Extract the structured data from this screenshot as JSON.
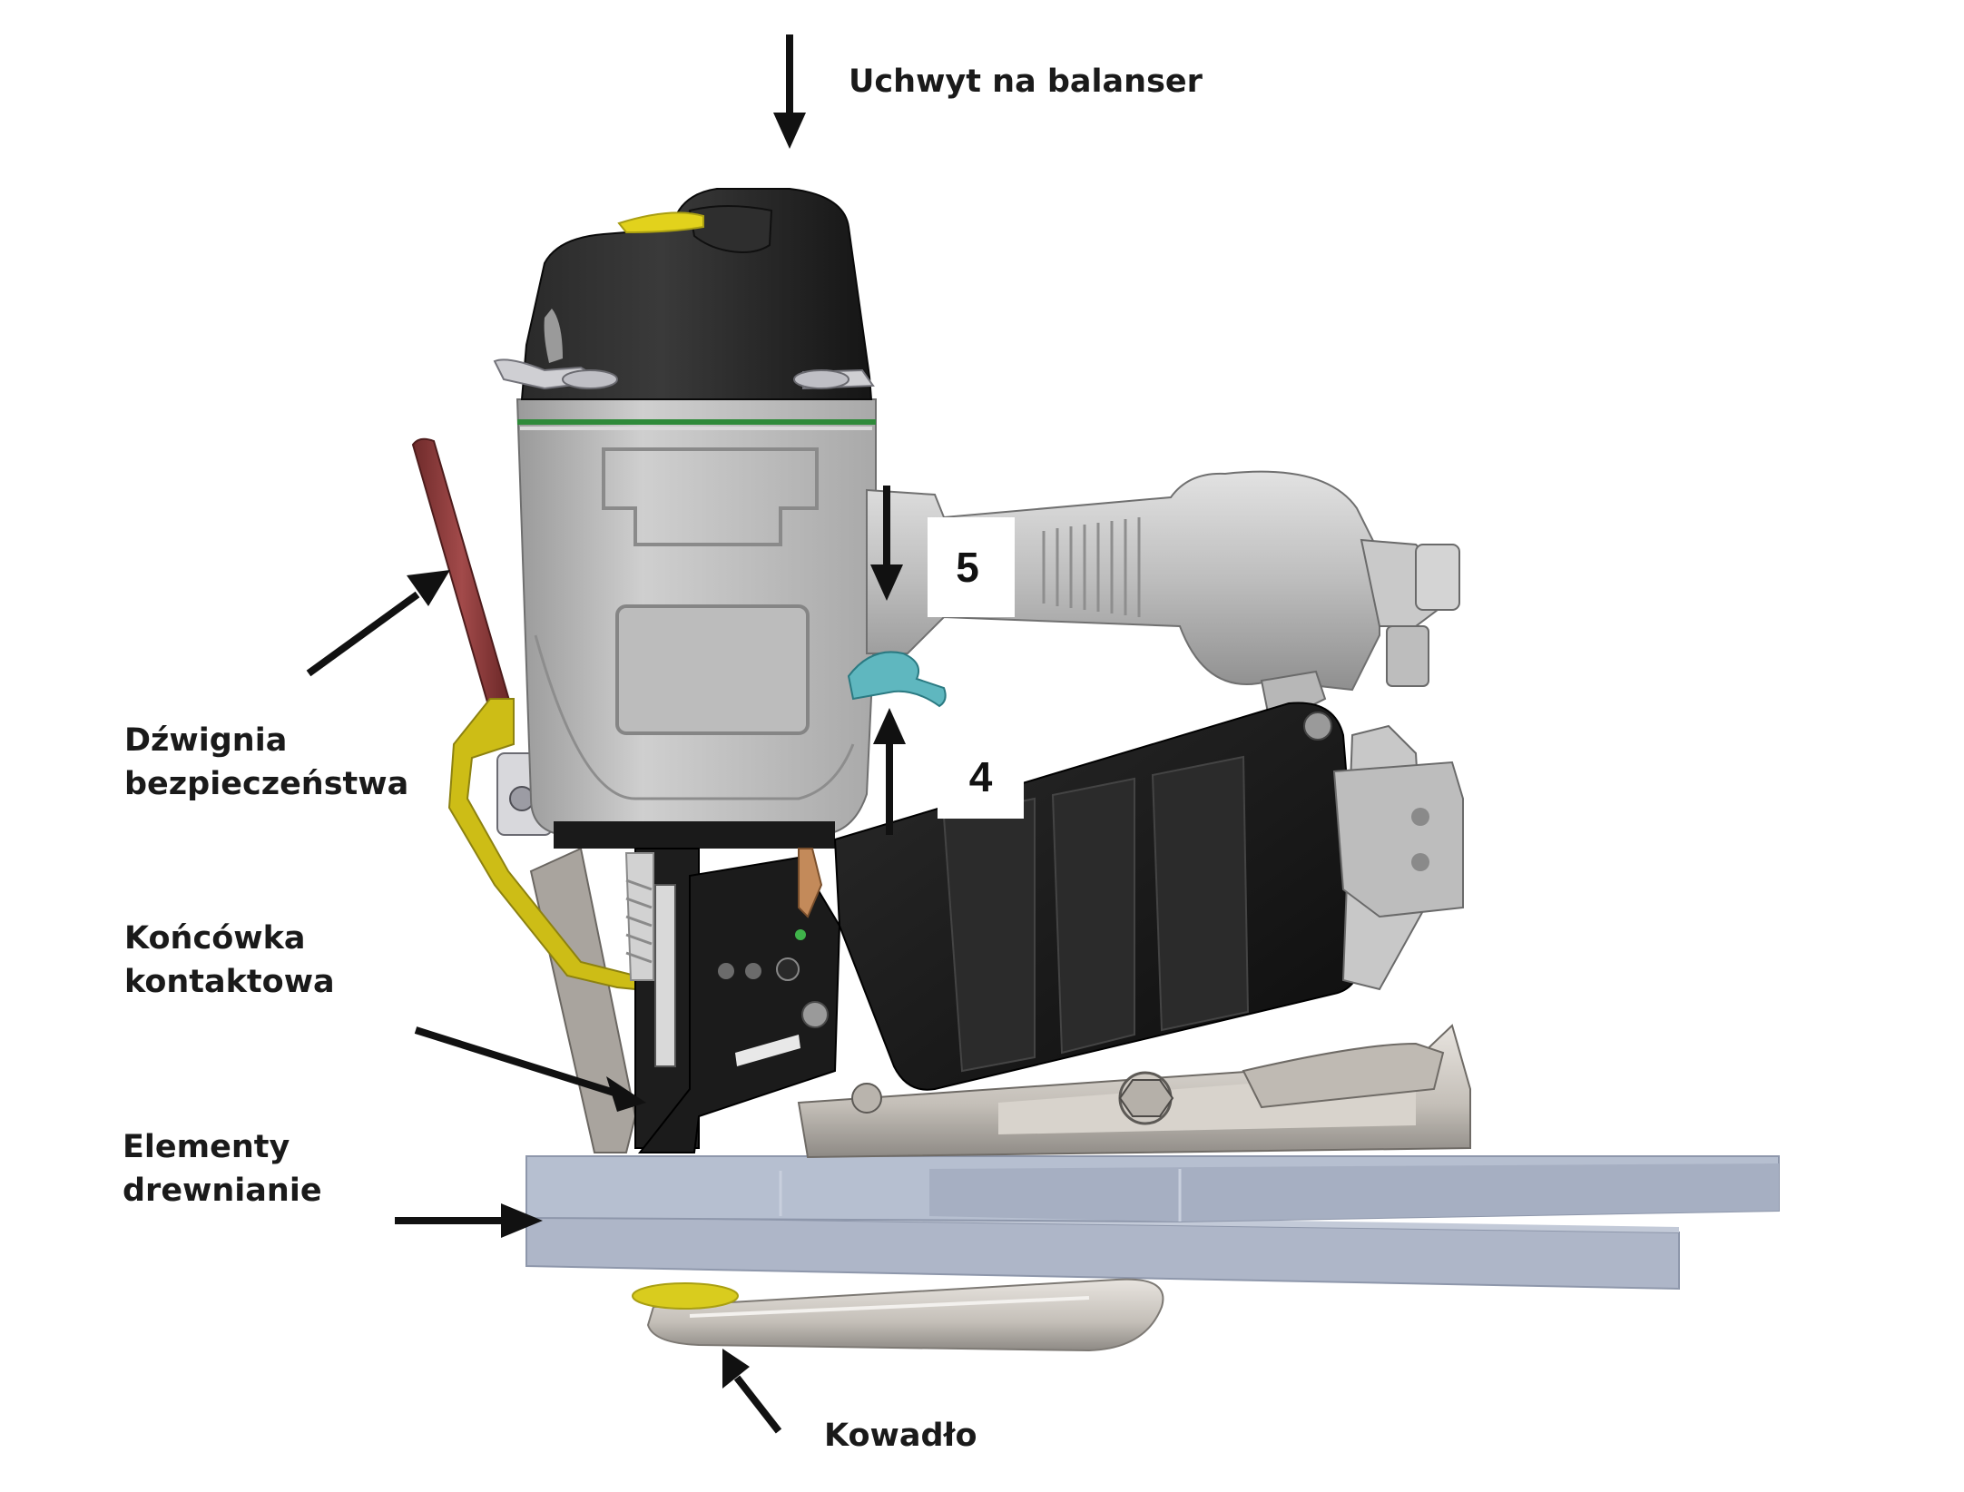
{
  "labels": {
    "balancer_mount": "Uchwyt na balanser",
    "safety_lever_line1": "Dźwignia",
    "safety_lever_line2": "bezpieczeństwa",
    "contact_tip_line1": "Końcówka",
    "contact_tip_line2": "kontaktowa",
    "wood_line1": "Elementy",
    "wood_line2": "drewnianie",
    "anvil": "Kowadło"
  },
  "callouts": {
    "five": "5",
    "four": "4"
  },
  "colors": {
    "arrow": "#111111",
    "body_grey": "#b9b9b9",
    "cap_black": "#1f1f1f",
    "magazine_black": "#161616",
    "lever_red": "#8b3a3a",
    "accent_yellow": "#d4c515",
    "trigger_teal": "#5fb7bf",
    "wood_blue": "#b3bccd",
    "stripe_green": "#2f8a3a"
  }
}
